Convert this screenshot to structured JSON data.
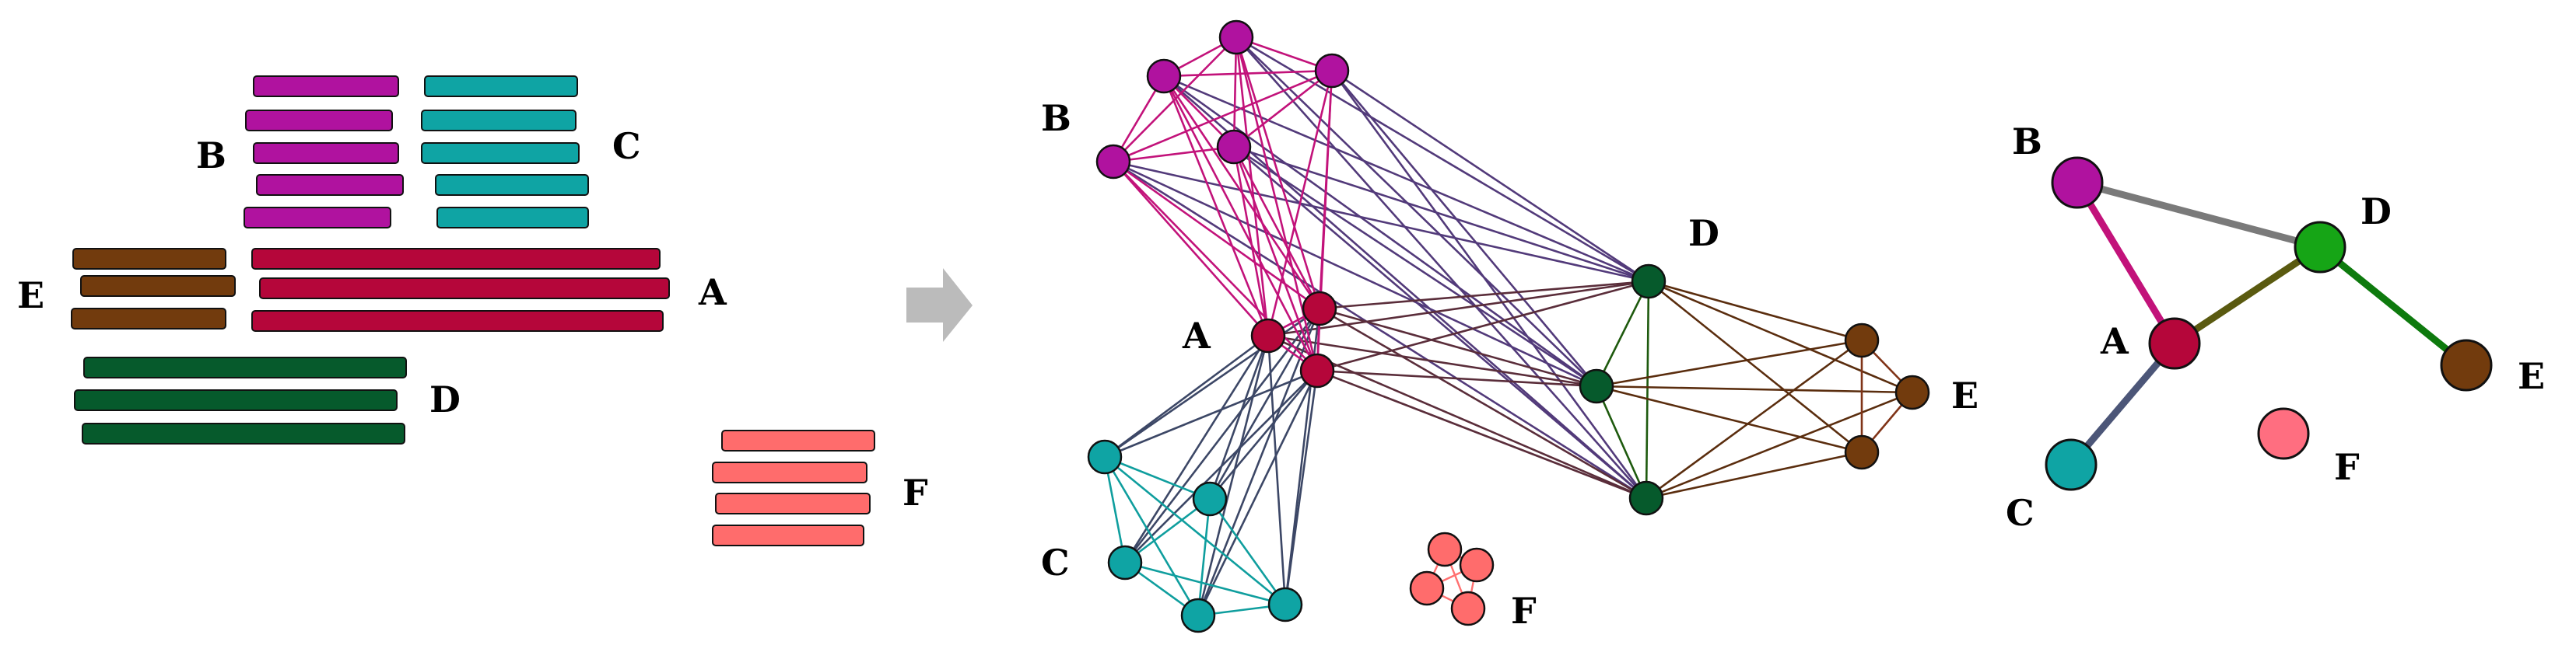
{
  "groups": {
    "A": {
      "label": "A",
      "color": "#b5063a"
    },
    "B": {
      "label": "B",
      "color": "#b0129f"
    },
    "C": {
      "label": "C",
      "color": "#0fa4a4"
    },
    "D": {
      "label": "D",
      "color": "#065a2c"
    },
    "E": {
      "label": "E",
      "color": "#723b0d"
    },
    "F": {
      "label": "F",
      "color": "#ff6c6c"
    }
  },
  "collapsed_colors": {
    "D": "#16a516",
    "F": "#ff6e80"
  },
  "edge_colors": {
    "AB": "#c2127a",
    "BD": "#523a7a",
    "AC": "#3c4766",
    "BB": "#c2127a",
    "CC": "#0f9e9e",
    "AD": "#5a2d3a",
    "DD": "#1e5a0e",
    "DE": "#5a2d0e",
    "EE": "#803418",
    "FF": "#ff7070",
    "BD_summary": "#7a7a7a",
    "AD_summary": "#5a5a10",
    "DE_summary": "#0e7a0e",
    "AB_summary": "#c2127a",
    "AC_summary": "#4c5678"
  },
  "arrow_color": "#bbbbbb"
}
